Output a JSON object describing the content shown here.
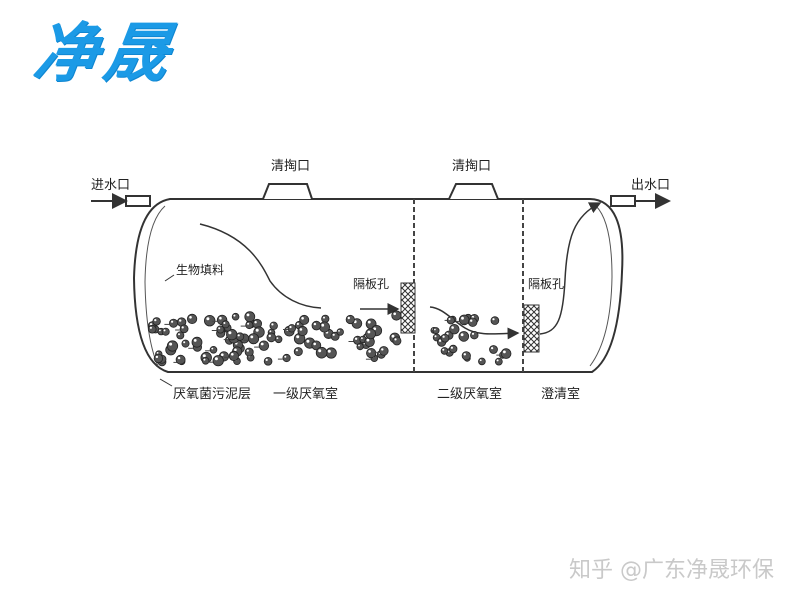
{
  "brand": {
    "logo_text": "净晟"
  },
  "diagram": {
    "labels": {
      "cleanout_left": "清掏口",
      "cleanout_right": "清掏口",
      "inlet": "进水口",
      "outlet": "出水口",
      "biofilter": "生物填料",
      "baffle_hole_left": "隔板孔",
      "baffle_hole_right": "隔板孔",
      "sludge_layer": "厌氧菌污泥层",
      "first_chamber": "一级厌氧室",
      "second_chamber": "二级厌氧室",
      "clarifying_chamber": "澄清室"
    }
  },
  "watermark": {
    "text": "知乎 @广东净晟环保"
  },
  "colors": {
    "logo": "#1b9ae6",
    "line": "#333333",
    "watermark": "#c9c9c9"
  }
}
